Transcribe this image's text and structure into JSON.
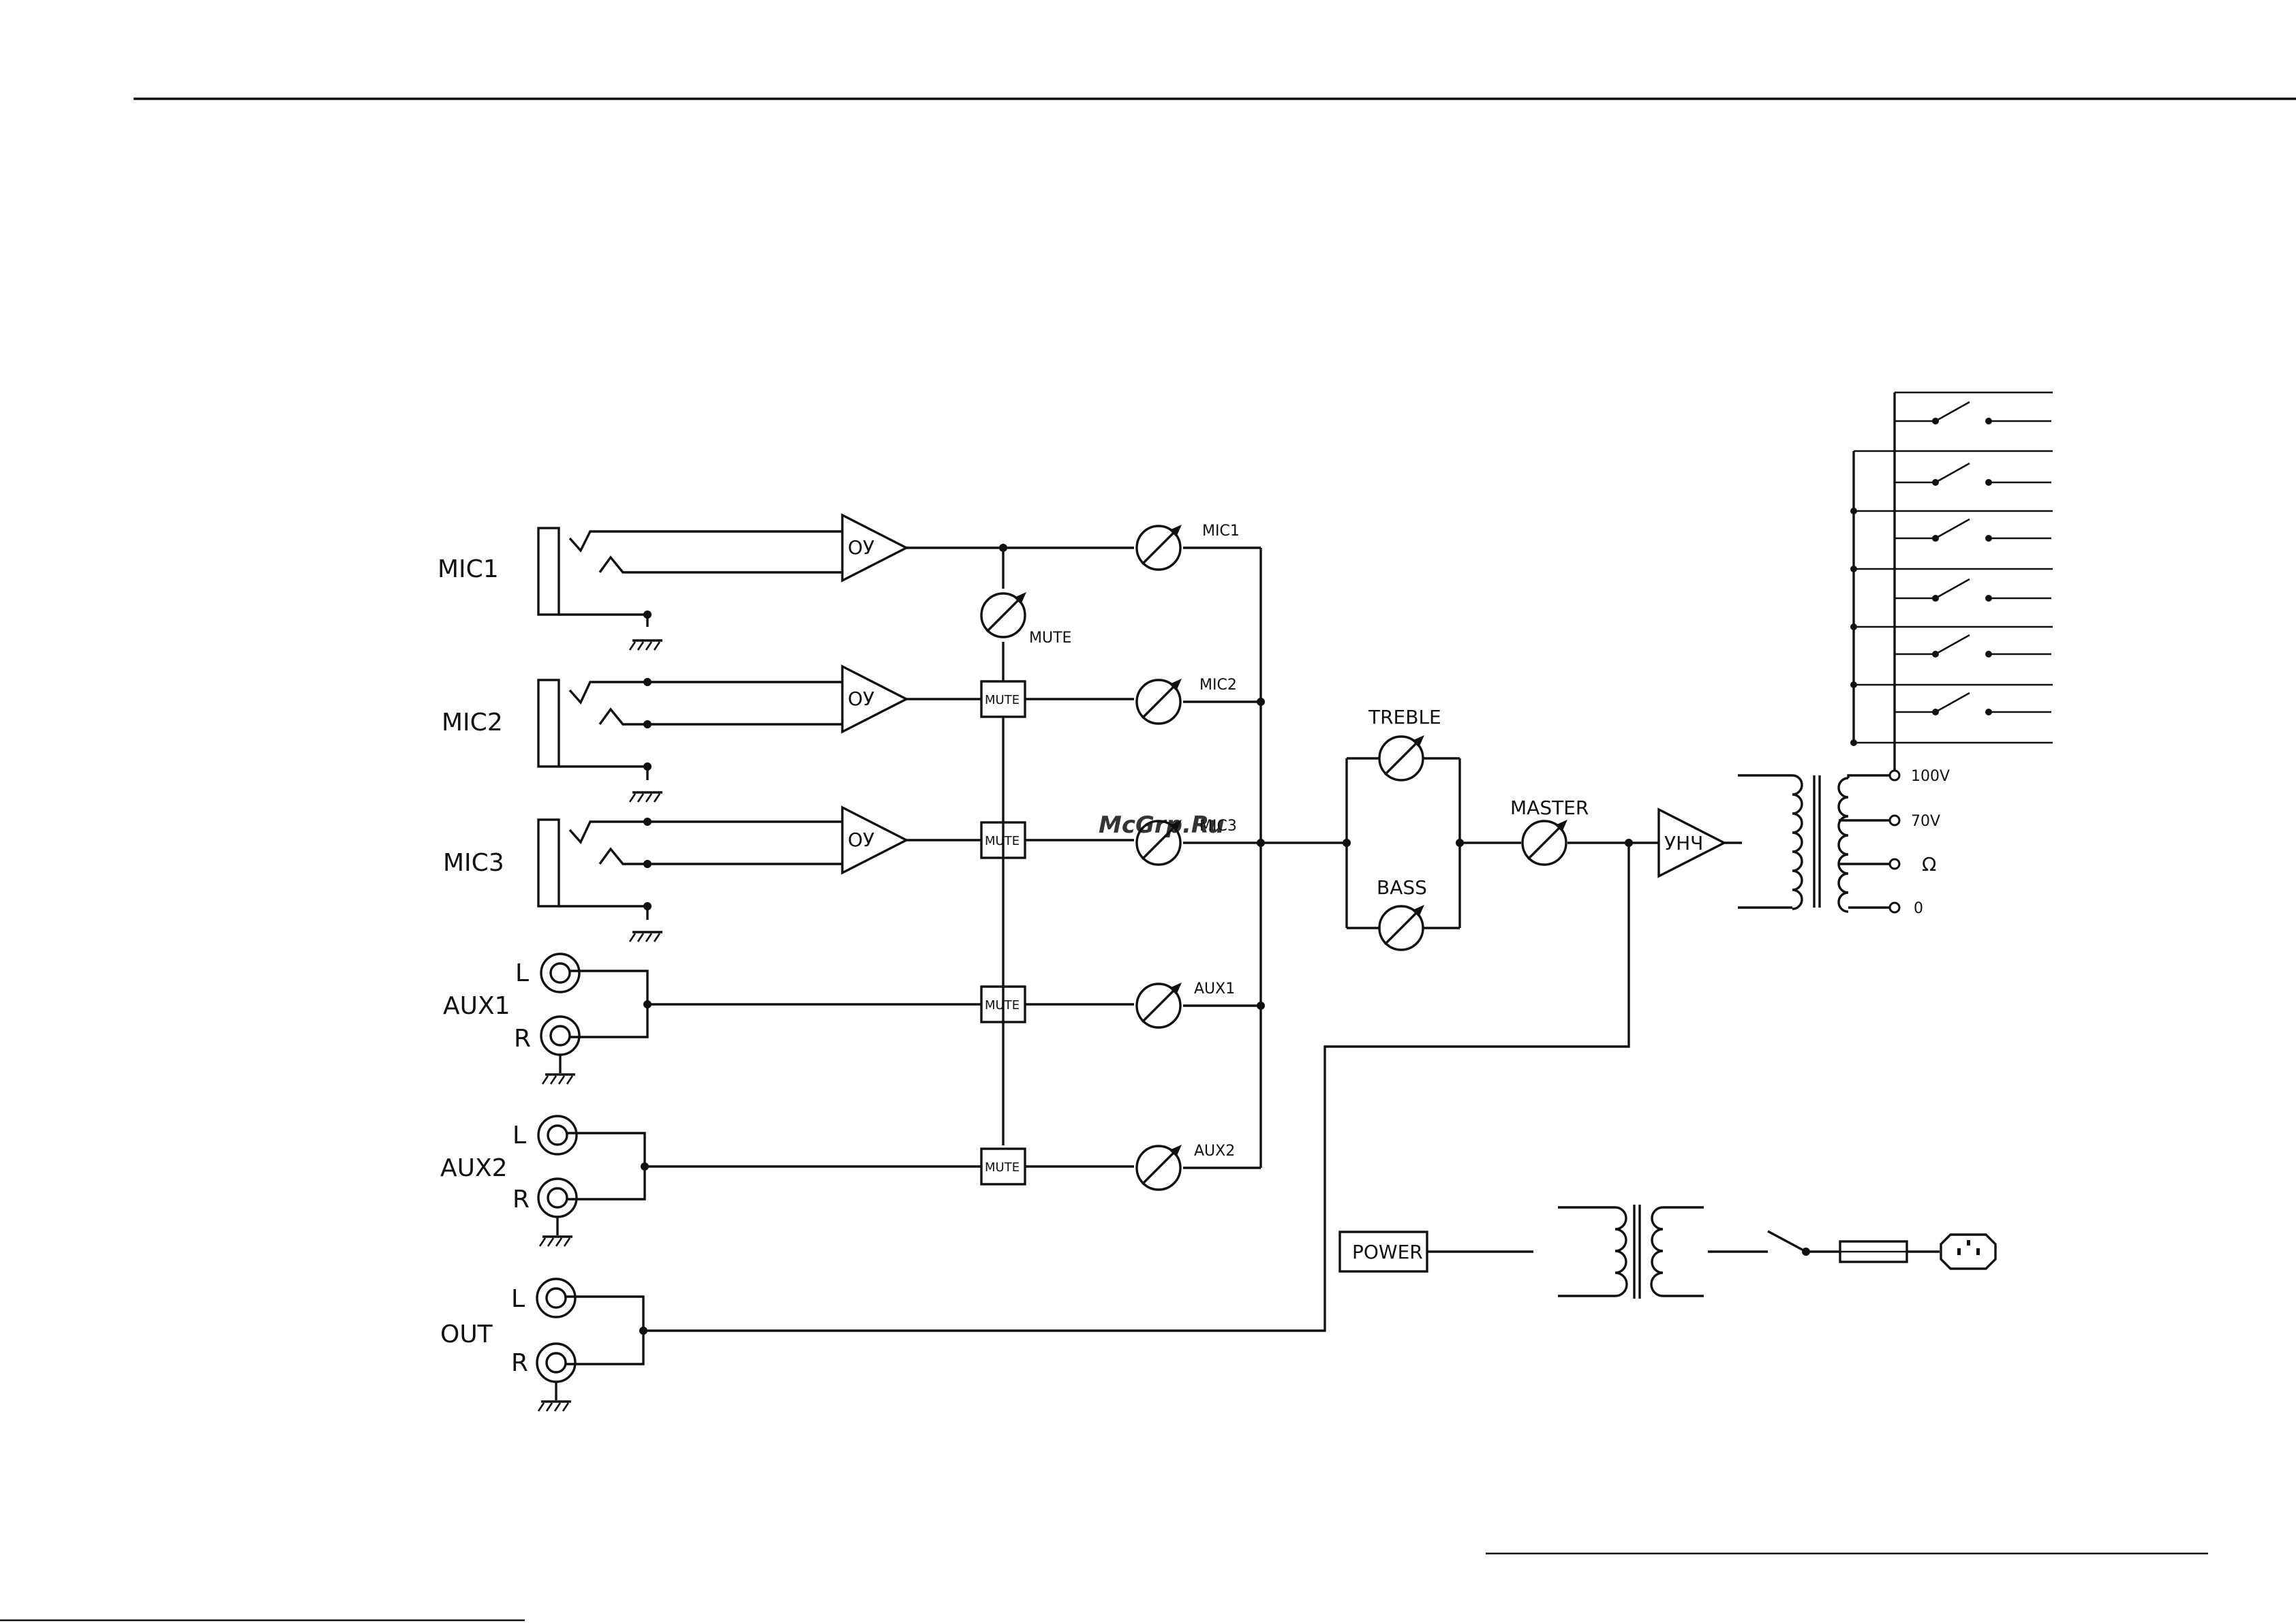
{
  "inputs": {
    "mic1": "MIC1",
    "mic2": "MIC2",
    "mic3": "MIC3",
    "aux1": "AUX1",
    "aux2": "AUX2",
    "out": "OUT",
    "left": "L",
    "right": "R"
  },
  "preamp_label": "ОУ",
  "mute_label": "MUTE",
  "channel_pots": [
    "MIC1",
    "MIC2",
    "MIC3",
    "AUX1",
    "AUX2"
  ],
  "tone": {
    "treble": "TREBLE",
    "bass": "BASS"
  },
  "master": "MASTER",
  "power_amp": "УНЧ",
  "taps": [
    "100V",
    "70V",
    "Ω",
    "0"
  ],
  "power": "POWER",
  "watermark": "McGrp.Ru"
}
